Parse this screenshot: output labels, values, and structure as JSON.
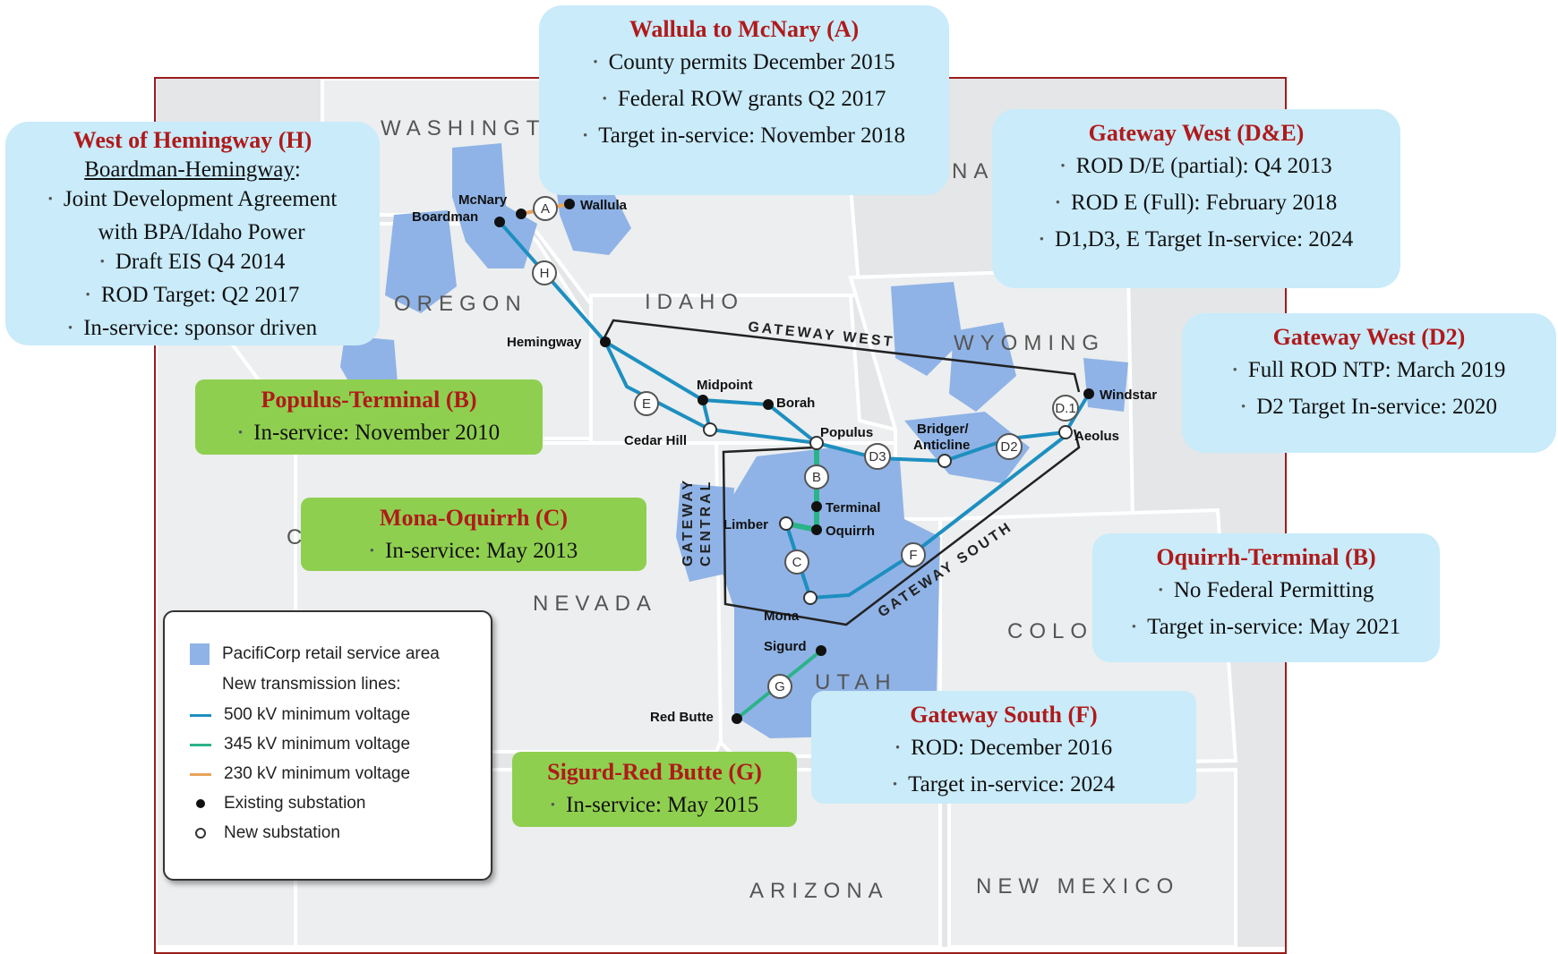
{
  "states": {
    "washington": "WASHINGTON",
    "oregon": "OREGON",
    "idaho": "IDAHO",
    "wyoming": "WYOMING",
    "nevada": "NEVADA",
    "utah": "UTAH",
    "colorado": "COLO",
    "arizona": "ARIZONA",
    "new_mexico": "NEW MEXICO",
    "montana": "ANA",
    "california": "C"
  },
  "corridors": {
    "gateway_west": "GATEWAY WEST",
    "gateway_central_1": "GATEWAY",
    "gateway_central_2": "CENTRAL",
    "gateway_south": "GATEWAY SOUTH"
  },
  "substations": {
    "mcnary": "McNary",
    "boardman": "Boardman",
    "wallula": "Wallula",
    "hemingway": "Hemingway",
    "midpoint": "Midpoint",
    "borah": "Borah",
    "cedar_hill": "Cedar Hill",
    "populus": "Populus",
    "bridger_1": "Bridger/",
    "bridger_2": "Anticline",
    "windstar": "Windstar",
    "aeolus": "Aeolus",
    "terminal": "Terminal",
    "oquirrh": "Oquirrh",
    "limber": "Limber",
    "mona": "Mona",
    "sigurd": "Sigurd",
    "red_butte": "Red Butte"
  },
  "segments": {
    "a": "A",
    "h": "H",
    "e": "E",
    "b": "B",
    "c": "C",
    "f": "F",
    "g": "G",
    "d1": "D.1",
    "d2": "D2",
    "d3": "D3"
  },
  "boxes": {
    "hemingway": {
      "title": "West of Hemingway (H)",
      "subtitle": "Boardman-Hemingway",
      "colon": ":",
      "items": [
        "Joint Development Agreement",
        "with BPA/Idaho Power",
        "Draft EIS Q4 2014",
        "ROD Target: Q2 2017",
        "In-service: sponsor driven"
      ]
    },
    "wallula": {
      "title": "Wallula to McNary (A)",
      "items": [
        "County permits December 2015",
        "Federal ROW grants Q2 2017",
        "Target in-service: November 2018"
      ]
    },
    "gateway_de": {
      "title": "Gateway West (D&E)",
      "items": [
        "ROD D/E (partial): Q4 2013",
        "ROD E (Full): February 2018",
        "D1,D3, E Target In-service: 2024"
      ]
    },
    "gateway_d2": {
      "title": "Gateway West (D2)",
      "items": [
        "Full ROD NTP: March 2019",
        "D2 Target In-service: 2020"
      ]
    },
    "populus_terminal": {
      "title": "Populus-Terminal (B)",
      "items": [
        "In-service: November 2010"
      ]
    },
    "mona_oquirrh": {
      "title": "Mona-Oquirrh (C)",
      "items": [
        "In-service: May 2013"
      ]
    },
    "oquirrh_terminal": {
      "title": "Oquirrh-Terminal (B)",
      "items": [
        "No Federal Permitting",
        "Target in-service: May 2021"
      ]
    },
    "gateway_south": {
      "title": "Gateway South (F)",
      "items": [
        "ROD: December 2016",
        "Target in-service: 2024"
      ]
    },
    "sigurd": {
      "title": "Sigurd-Red Butte (G)",
      "items": [
        "In-service: May 2015"
      ]
    }
  },
  "legend": {
    "service_area": "PacifiCorp retail service area",
    "new_lines": "New transmission lines:",
    "kv500": "500 kV minimum voltage",
    "kv345": "345 kV minimum voltage",
    "kv230": "230 kV minimum voltage",
    "existing": "Existing substation",
    "new": "New substation"
  },
  "colors": {
    "line_500": "#1d8fc0",
    "line_345": "#2bb38a",
    "line_230": "#e8a45a",
    "service_area": "#8fb3e6",
    "title_red": "#b01a1a",
    "frame": "#9b1c1c"
  }
}
